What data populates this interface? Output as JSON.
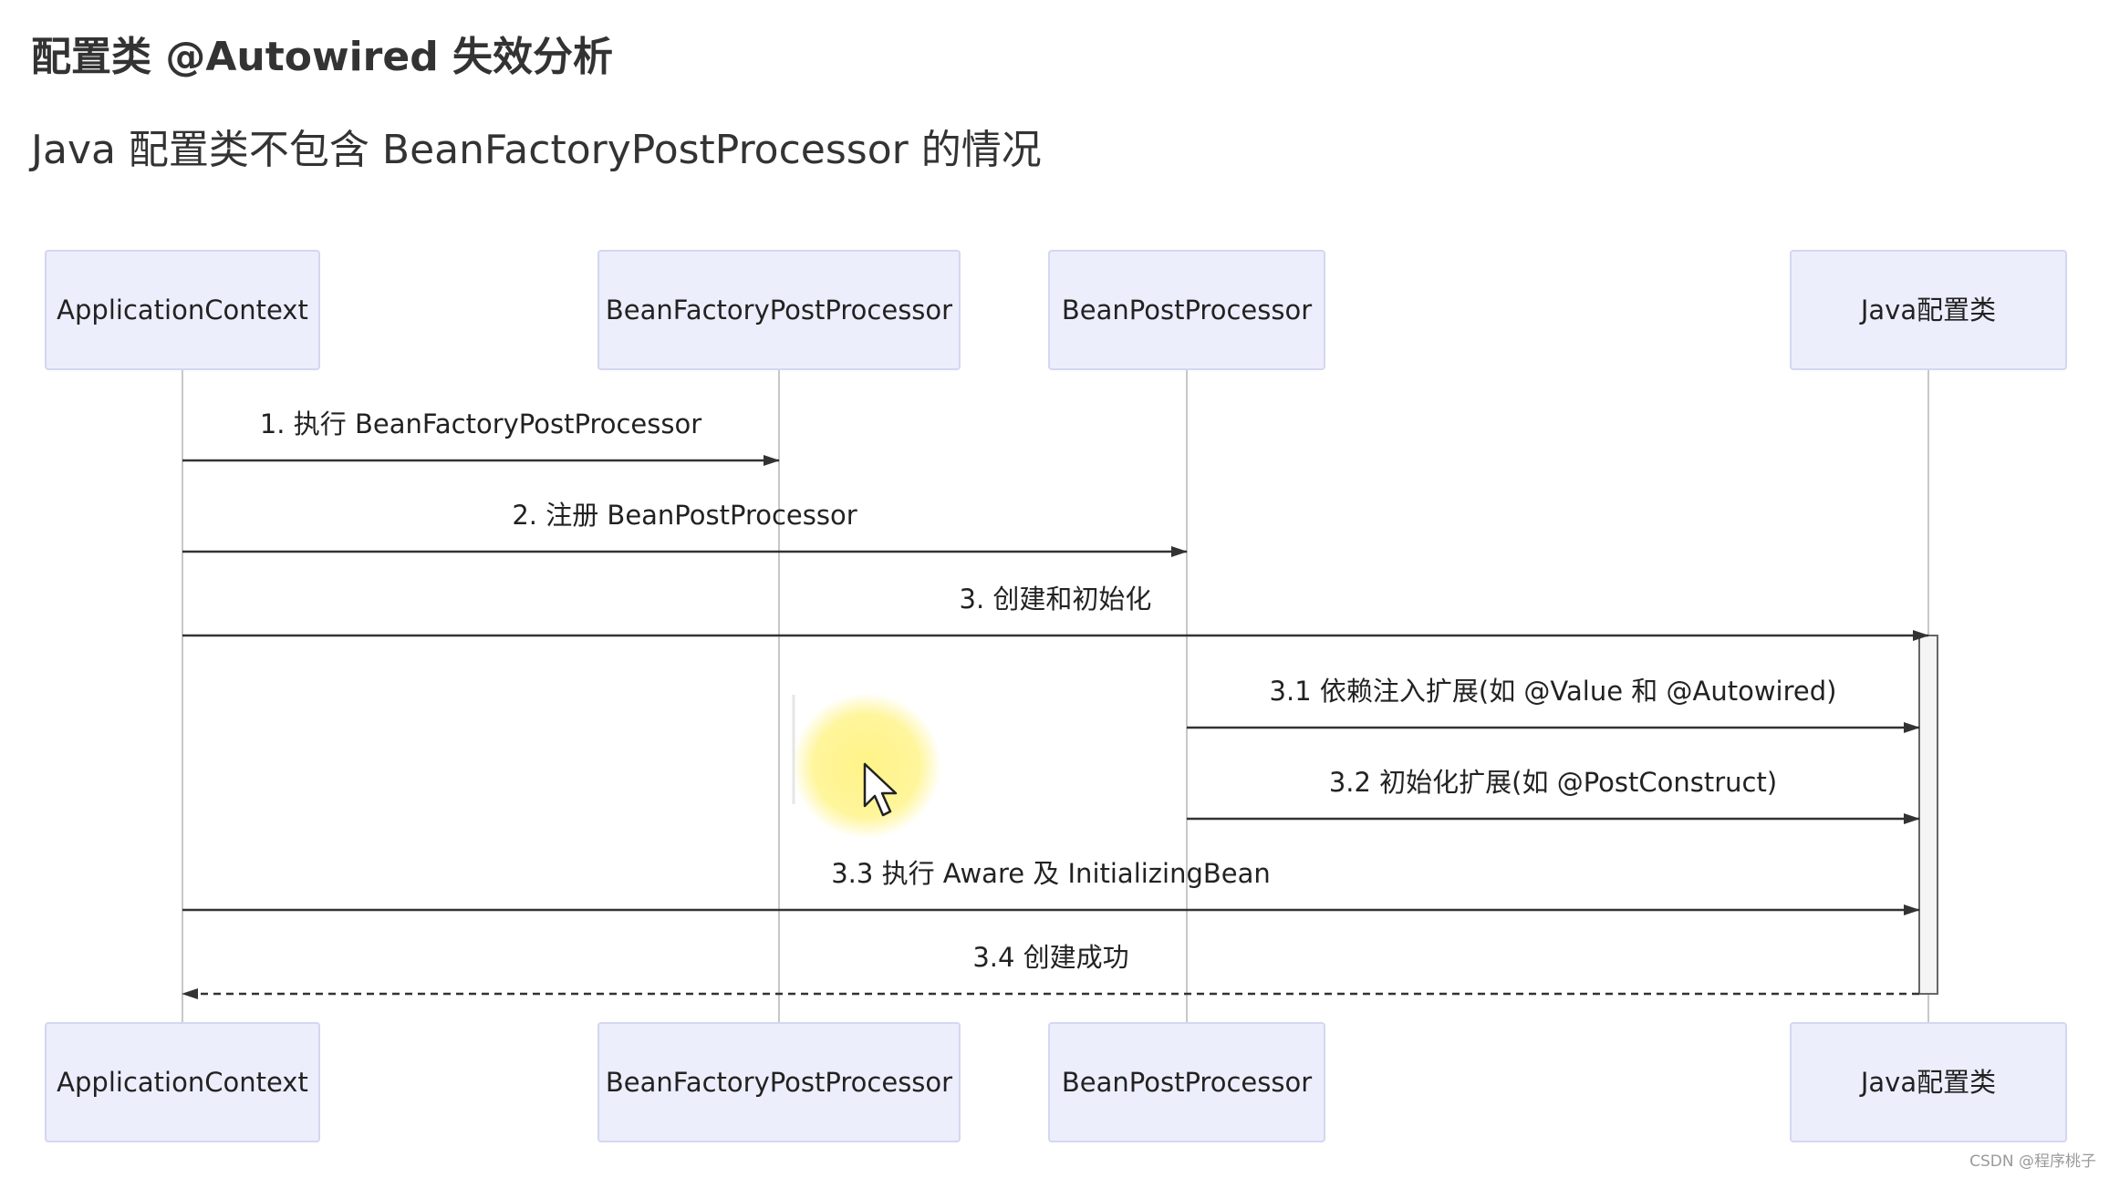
{
  "page": {
    "title": "配置类 @Autowired 失效分析",
    "subtitle": "Java 配置类不包含 BeanFactoryPostProcessor 的情况",
    "watermark": "CSDN @程序桃子"
  },
  "colors": {
    "actor_fill": "#eceefc",
    "actor_border": "#d4d7f0",
    "lifeline": "#c8c8c8",
    "arrow": "#333333",
    "activation_fill": "#f4f4f4",
    "cursor_highlight": "#fff27a"
  },
  "diagram": {
    "type": "sequence",
    "actors": [
      {
        "id": "ac",
        "label": "ApplicationContext"
      },
      {
        "id": "bfpp",
        "label": "BeanFactoryPostProcessor"
      },
      {
        "id": "bpp",
        "label": "BeanPostProcessor"
      },
      {
        "id": "cfg",
        "label": "Java配置类"
      }
    ],
    "messages": [
      {
        "from": "ac",
        "to": "bfpp",
        "label": "1. 执行 BeanFactoryPostProcessor",
        "style": "solid"
      },
      {
        "from": "ac",
        "to": "bpp",
        "label": "2. 注册 BeanPostProcessor",
        "style": "solid"
      },
      {
        "from": "ac",
        "to": "cfg",
        "label": "3. 创建和初始化",
        "style": "solid"
      },
      {
        "from": "bpp",
        "to": "cfg",
        "label": "3.1 依赖注入扩展(如 @Value 和 @Autowired)",
        "style": "solid"
      },
      {
        "from": "bpp",
        "to": "cfg",
        "label": "3.2 初始化扩展(如 @PostConstruct)",
        "style": "solid"
      },
      {
        "from": "ac",
        "to": "cfg",
        "label": "3.3 执行 Aware 及 InitializingBean",
        "style": "solid"
      },
      {
        "from": "cfg",
        "to": "ac",
        "label": "3.4 创建成功",
        "style": "dashed"
      }
    ],
    "activation": {
      "actor": "cfg",
      "from_message": 2,
      "to_message": 6
    }
  },
  "icons": {
    "cursor": "mouse-pointer-icon"
  }
}
